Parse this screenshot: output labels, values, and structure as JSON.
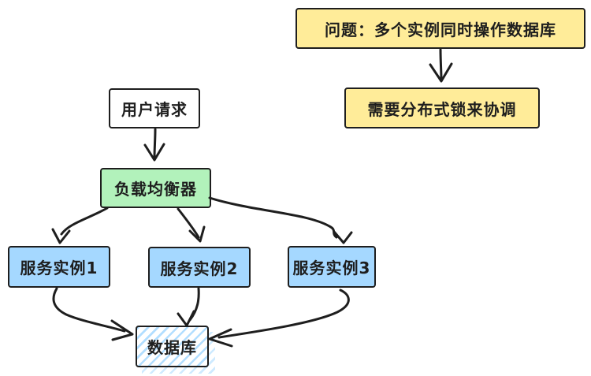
{
  "diagram": {
    "colors": {
      "stroke": "#1e1e1e",
      "yellow_fill": "#ffec99",
      "green_fill": "#b2f2bb",
      "blue_fill": "#a5d8ff",
      "hatch_line": "#a5d8ff",
      "background": "#ffffff"
    },
    "nodes": {
      "problem": {
        "label": "问题：多个实例同时操作数据库",
        "fill": "#ffec99",
        "shape": "rectangle"
      },
      "need_lock": {
        "label": "需要分布式锁来协调",
        "fill": "#ffec99",
        "shape": "rectangle"
      },
      "user_request": {
        "label": "用户请求",
        "fill": "#ffffff",
        "shape": "rectangle"
      },
      "load_balancer": {
        "label": "负载均衡器",
        "fill": "#b2f2bb",
        "shape": "rectangle"
      },
      "instance_1": {
        "label": "服务实例1",
        "fill": "#a5d8ff",
        "shape": "rectangle"
      },
      "instance_2": {
        "label": "服务实例2",
        "fill": "#a5d8ff",
        "shape": "rectangle"
      },
      "instance_3": {
        "label": "服务实例3",
        "fill": "#a5d8ff",
        "shape": "rectangle"
      },
      "database": {
        "label": "数据库",
        "fill": "hatched #a5d8ff",
        "shape": "rectangle"
      }
    },
    "edges": [
      {
        "from": "problem",
        "to": "need_lock"
      },
      {
        "from": "user_request",
        "to": "load_balancer"
      },
      {
        "from": "load_balancer",
        "to": "instance_1"
      },
      {
        "from": "load_balancer",
        "to": "instance_2"
      },
      {
        "from": "load_balancer",
        "to": "instance_3"
      },
      {
        "from": "instance_1",
        "to": "database"
      },
      {
        "from": "instance_2",
        "to": "database"
      },
      {
        "from": "instance_3",
        "to": "database"
      }
    ]
  }
}
